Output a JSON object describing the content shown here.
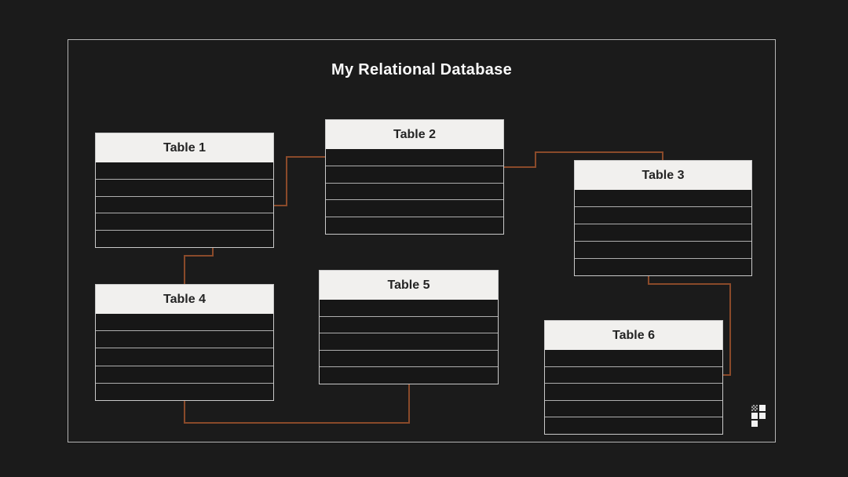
{
  "title": "My Relational Database",
  "colors": {
    "background": "#1b1b1b",
    "frame_border": "#b5b5b5",
    "table_border": "#c9c9c9",
    "table_header_bg": "#f1f0ee",
    "table_header_text": "#242424",
    "table_row_bg": "#171717",
    "row_separator": "#aeaeae",
    "connector": "#8a4a2a",
    "title_text": "#fafafa"
  },
  "tables": [
    {
      "label": "Table 1",
      "rows": 5
    },
    {
      "label": "Table 2",
      "rows": 5
    },
    {
      "label": "Table 3",
      "rows": 5
    },
    {
      "label": "Table 4",
      "rows": 5
    },
    {
      "label": "Table 5",
      "rows": 5
    },
    {
      "label": "Table 6",
      "rows": 5
    }
  ],
  "connections": [
    {
      "from": "Table 1",
      "to": "Table 2"
    },
    {
      "from": "Table 2",
      "to": "Table 3"
    },
    {
      "from": "Table 3",
      "to": "Table 6"
    },
    {
      "from": "Table 1",
      "to": "Table 4"
    },
    {
      "from": "Table 4",
      "to": "Table 5"
    }
  ],
  "logo": {
    "icon": "grid-logo-icon"
  }
}
